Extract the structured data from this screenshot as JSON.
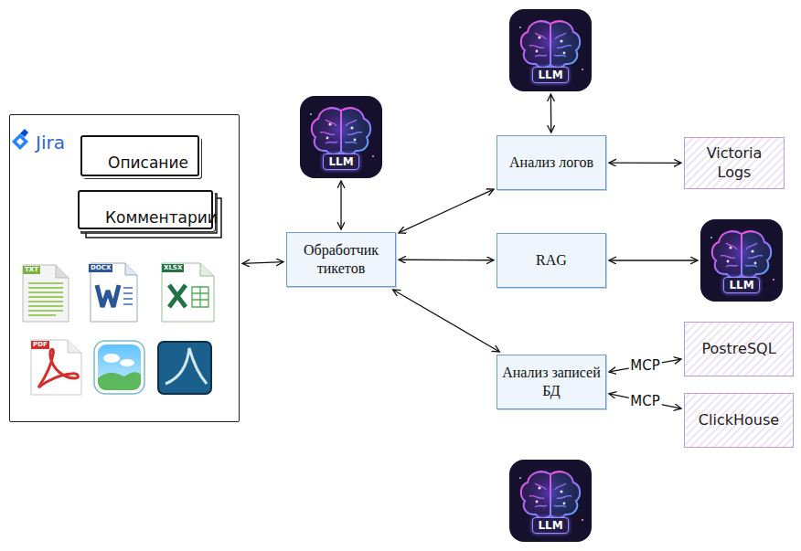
{
  "diagram": {
    "nodes": [
      {
        "text": [
          "Jira"
        ]
      },
      {
        "text": [
          "Описание"
        ],
        "in": 0
      },
      {
        "text": [
          "Комментарии"
        ],
        "in": 0
      },
      {
        "text": [
          "LLM"
        ]
      },
      {
        "text": [
          "LLM"
        ]
      },
      {
        "text": [
          "Анализ логов"
        ]
      },
      {
        "text": [
          "Victoria Logs"
        ]
      },
      {
        "text": [
          "Обработчик тикетов"
        ]
      },
      {
        "text": [
          "RAG"
        ]
      },
      {
        "text": [
          "LLM"
        ]
      },
      {
        "text": [
          "PostreSQL"
        ]
      },
      {
        "text": [
          "Анализ записей БД"
        ]
      },
      {
        "text": [
          "ClickHouse"
        ]
      },
      {
        "text": [
          "LLM"
        ]
      }
    ],
    "edges": [
      {
        "from": 0,
        "to": 7,
        "arrow": "both"
      },
      {
        "from": 4,
        "to": 7,
        "arrow": "both"
      },
      {
        "from": 7,
        "to": 5,
        "arrow": "both"
      },
      {
        "from": 7,
        "to": 8,
        "arrow": "both"
      },
      {
        "from": 7,
        "to": 11,
        "arrow": "both"
      },
      {
        "from": 3,
        "to": 5,
        "arrow": "both"
      },
      {
        "from": 5,
        "to": 6,
        "arrow": "both"
      },
      {
        "from": 8,
        "to": 9,
        "arrow": "both"
      },
      {
        "from": 11,
        "to": 10,
        "label": "MCP",
        "arrow": "both"
      },
      {
        "from": 11,
        "to": 12,
        "label": "MCP",
        "arrow": "both"
      }
    ],
    "labels": [
      "TXT",
      "DOCX",
      "XLSX",
      "PDF"
    ]
  }
}
